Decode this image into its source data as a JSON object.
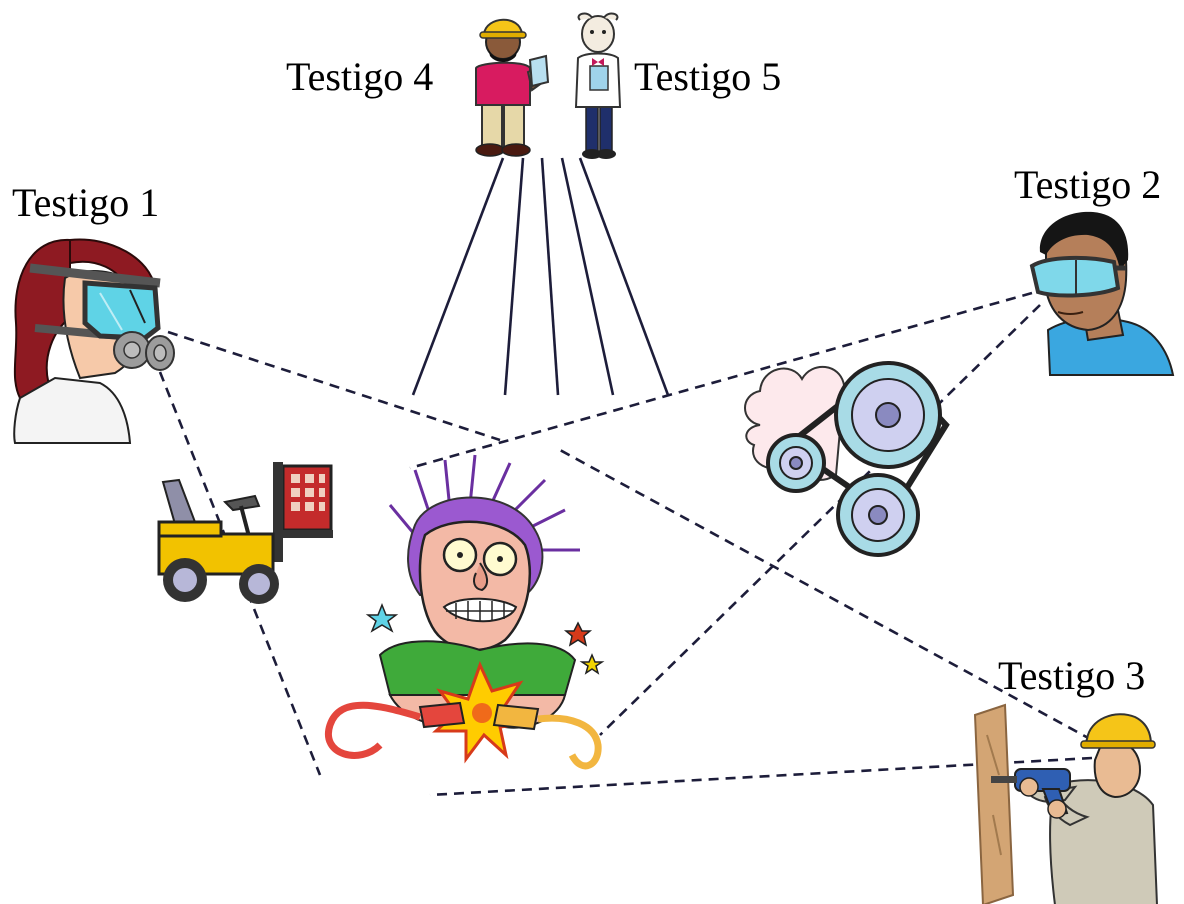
{
  "witnesses": {
    "w1": {
      "label": "Testigo 1"
    },
    "w2": {
      "label": "Testigo 2"
    },
    "w3": {
      "label": "Testigo 3"
    },
    "w4": {
      "label": "Testigo 4"
    },
    "w5": {
      "label": "Testigo 5"
    }
  },
  "icons": {
    "witness_1": "gas-mask-woman-icon",
    "witness_2": "safety-goggles-man-icon",
    "witness_3": "construction-worker-drill-icon",
    "witness_4": "hardhat-worker-icon",
    "witness_5": "scientist-sheep-icon",
    "obstacle_forklift": "forklift-icon",
    "obstacle_pulleys": "belt-pulley-machine-icon",
    "incident": "electrocuted-man-icon"
  },
  "colors": {
    "line": "#1d1d3a",
    "hardhat": "#f5c518",
    "shirt_red": "#d81b60",
    "goggles": "#5fd3e6",
    "spark": "#ffcc00",
    "hair_purple": "#9b59d0"
  }
}
